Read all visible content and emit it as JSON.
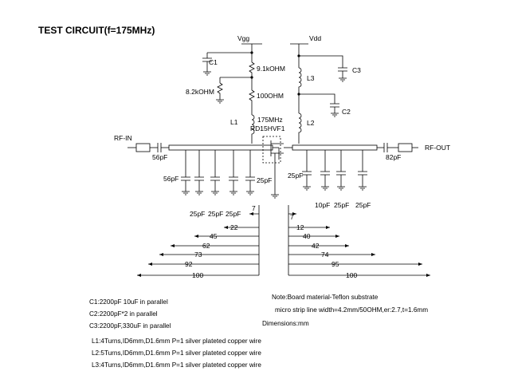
{
  "title": "TEST CIRCUIT(f=175MHz)",
  "supplies": {
    "vgg": "Vgg",
    "vdd": "Vdd"
  },
  "components": {
    "c1": "C1",
    "r_top": "9.1kOHM",
    "r_side": "8.2kOHM",
    "r_series": "100OHM",
    "l1": "L1",
    "freq": "175MHz",
    "device": "RD15HVF1",
    "l3": "L3",
    "c3": "C3",
    "c2": "C2",
    "l2": "L2",
    "cap_in": "56pF",
    "cap_in_shunt": "56pF",
    "cap_a": "25pF",
    "cap_b": "25pF",
    "cap_c": "25pF",
    "cap_gate": "25pF",
    "cap_out_shunt_a": "25pF",
    "cap_out_shunt_b": "10pF",
    "cap_out_shunt_c": "25pF",
    "cap_out_shunt_d": "25pF",
    "cap_out": "82pF"
  },
  "ports": {
    "rf_in": "RF-IN",
    "rf_out": "RF-OUT"
  },
  "dimensions": {
    "left": [
      "7",
      "22",
      "45",
      "62",
      "73",
      "92",
      "100"
    ],
    "right": [
      "7",
      "12",
      "40",
      "42",
      "74",
      "95",
      "100"
    ]
  },
  "capacitor_notes": [
    "C1:2200pF 10uF in parallel",
    "C2:2200pF*2 in parallel",
    "C3:2200pF,330uF in parallel"
  ],
  "board_notes": [
    "Note:Board material-Teflon substrate",
    "micro strip line width=4.2mm/50OHM,er:2.7,t=1.6mm",
    "Dimensions:mm"
  ],
  "inductor_notes": [
    "L1:4Turns,ID6mm,D1.6mm P=1 silver plateted copper wire",
    "L2:5Turns,ID6mm,D1.6mm P=1 silver plateted copper wire",
    "L3:4Turns,ID6mm,D1.6mm P=1 silver plateted copper wire"
  ]
}
